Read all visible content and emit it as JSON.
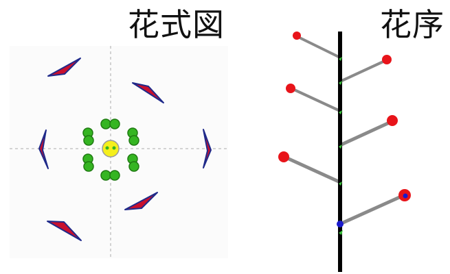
{
  "titles": {
    "floral_diagram": "花式図",
    "inflorescence": "花序"
  },
  "colors": {
    "petal_fill": "#c8102e",
    "petal_edge": "#1f2a8a",
    "stamen_fill": "#35b522",
    "stamen_edge": "#1f7a12",
    "pistil_fill": "#f5ef1c",
    "axis_line": "#c8c8c8",
    "stem": "#000000",
    "branch": "#8a8a8a",
    "flower_bud": "#e8141a",
    "open_flower_center": "#1a1acc",
    "bract": "#39c339"
  },
  "floral_diagram": {
    "perianth_count": 6,
    "stamen_count": 6,
    "pistil_count": 1
  },
  "inflorescence": {
    "branch_count": 6
  }
}
